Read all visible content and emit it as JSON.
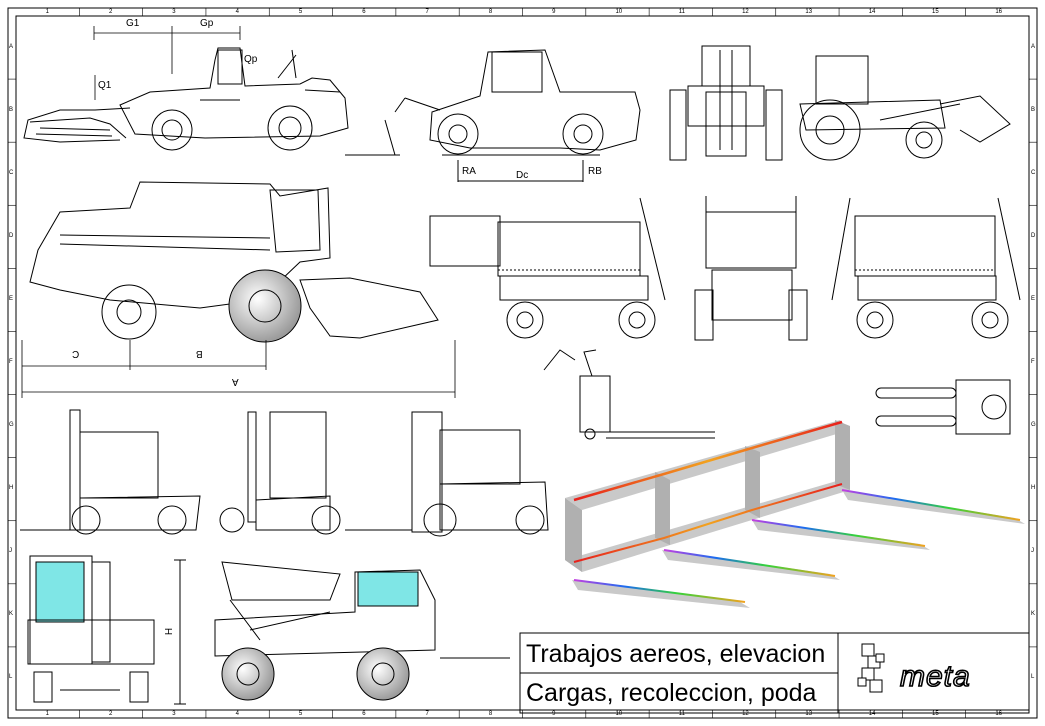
{
  "grid": {
    "columns": [
      "1",
      "2",
      "3",
      "4",
      "5",
      "6",
      "7",
      "8",
      "9",
      "10",
      "11",
      "12",
      "13",
      "14",
      "15",
      "16"
    ],
    "rows": [
      "A",
      "B",
      "C",
      "D",
      "E",
      "F",
      "G",
      "H",
      "J",
      "K",
      "L"
    ]
  },
  "dimensions": {
    "loader": [
      "G1",
      "Gp",
      "Qp",
      "Q1"
    ],
    "telehandler": [
      "RA",
      "Dc",
      "RB"
    ],
    "harvester": [
      "C",
      "B",
      "A"
    ],
    "lift_height": "H"
  },
  "title_block": {
    "line1": "Trabajos aereos, elevacion",
    "line2": "Cargas, recoleccion, poda",
    "brand": "meta"
  },
  "colors": {
    "line": "#000000",
    "glass": "#7fe6e6",
    "frame_shade": "#c9c9c9",
    "stress_high": "#e8201c",
    "stress_mid": "#f2a21f",
    "stress_low_green": "#35d23a",
    "stress_low_blue": "#1c6cf0",
    "stress_low_violet": "#c640e0"
  },
  "icons": [
    "meta-logo-icon"
  ]
}
